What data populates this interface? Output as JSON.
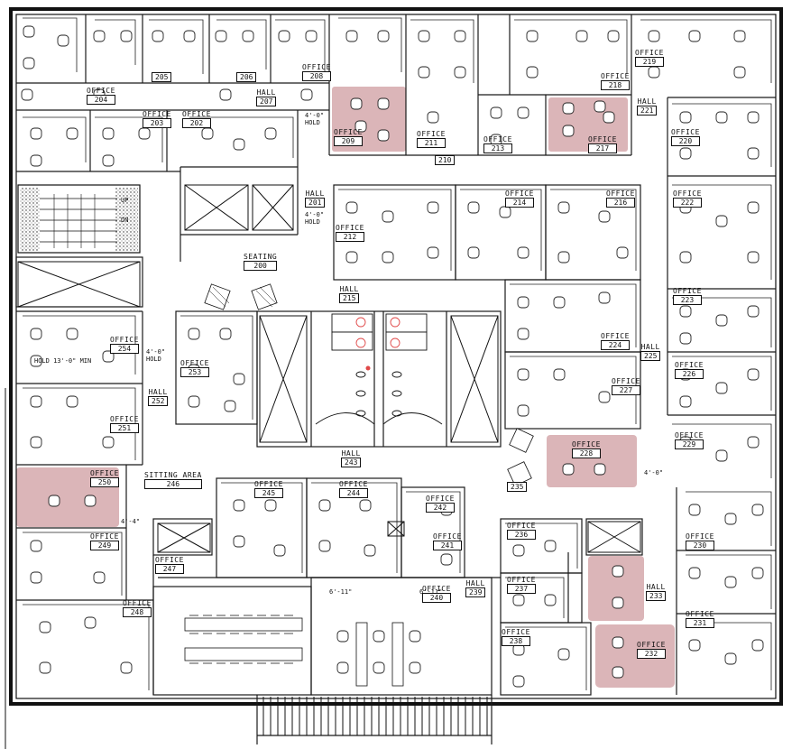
{
  "colors": {
    "line": "#1a1a1a",
    "highlight": "#b05c62",
    "background": "#ffffff",
    "marker": "#e04848"
  },
  "rooms": [
    {
      "label": "OFFICE",
      "number": "204"
    },
    {
      "label": "",
      "number": "205"
    },
    {
      "label": "",
      "number": "206"
    },
    {
      "label": "OFFICE",
      "number": "208"
    },
    {
      "label": "HALL",
      "number": "207"
    },
    {
      "label": "OFFICE",
      "number": "203"
    },
    {
      "label": "OFFICE",
      "number": "202"
    },
    {
      "label": "OFFICE",
      "number": "209"
    },
    {
      "label": "OFFICE",
      "number": "211"
    },
    {
      "label": "",
      "number": "210"
    },
    {
      "label": "OFFICE",
      "number": "213"
    },
    {
      "label": "OFFICE",
      "number": "217"
    },
    {
      "label": "OFFICE",
      "number": "218"
    },
    {
      "label": "OFFICE",
      "number": "219"
    },
    {
      "label": "HALL",
      "number": "221"
    },
    {
      "label": "OFFICE",
      "number": "220"
    },
    {
      "label": "HALL",
      "number": "201"
    },
    {
      "label": "OFFICE",
      "number": "212"
    },
    {
      "label": "OFFICE",
      "number": "214"
    },
    {
      "label": "OFFICE",
      "number": "216"
    },
    {
      "label": "OFFICE",
      "number": "222"
    },
    {
      "label": "SEATING",
      "number": "200"
    },
    {
      "label": "HALL",
      "number": "215"
    },
    {
      "label": "OFFICE",
      "number": "223"
    },
    {
      "label": "OFFICE",
      "number": "224"
    },
    {
      "label": "HALL",
      "number": "225"
    },
    {
      "label": "OFFICE",
      "number": "226"
    },
    {
      "label": "OFFICE",
      "number": "227"
    },
    {
      "label": "OFFICE",
      "number": "254"
    },
    {
      "label": "OFFICE",
      "number": "253"
    },
    {
      "label": "HALL",
      "number": "252"
    },
    {
      "label": "OFFICE",
      "number": "251"
    },
    {
      "label": "HALL",
      "number": "243"
    },
    {
      "label": "OFFICE",
      "number": "228"
    },
    {
      "label": "OFFICE",
      "number": "229"
    },
    {
      "label": "OFFICE",
      "number": "250"
    },
    {
      "label": "SITTING AREA",
      "number": "246"
    },
    {
      "label": "OFFICE",
      "number": "245"
    },
    {
      "label": "OFFICE",
      "number": "244"
    },
    {
      "label": "OFFICE",
      "number": "242"
    },
    {
      "label": "",
      "number": "235"
    },
    {
      "label": "OFFICE",
      "number": "249"
    },
    {
      "label": "OFFICE",
      "number": "247"
    },
    {
      "label": "OFFICE",
      "number": "241"
    },
    {
      "label": "OFFICE",
      "number": "236"
    },
    {
      "label": "OFFICE",
      "number": "230"
    },
    {
      "label": "OFFICE",
      "number": "248"
    },
    {
      "label": "OFFICE",
      "number": "240"
    },
    {
      "label": "HALL",
      "number": "239"
    },
    {
      "label": "OFFICE",
      "number": "237"
    },
    {
      "label": "HALL",
      "number": "233"
    },
    {
      "label": "OFFICE",
      "number": "231"
    },
    {
      "label": "OFFICE",
      "number": "238"
    },
    {
      "label": "OFFICE",
      "number": "232"
    }
  ],
  "notes": {
    "hold_a": "4'-0\"",
    "hold_a2": "HOLD",
    "hold_b": "4'-0\"",
    "hold_b2": "HOLD",
    "hold_c": "4'-0\"",
    "hold_c2": "HOLD",
    "hold_min": "HOLD 13'-0\" MIN",
    "hold_d": "4'-0\"",
    "hold_e": "4'-4\"",
    "dim_1": "6'-11\"",
    "dim_2": "6'-11\"",
    "up": "UP",
    "dn": "DN"
  }
}
